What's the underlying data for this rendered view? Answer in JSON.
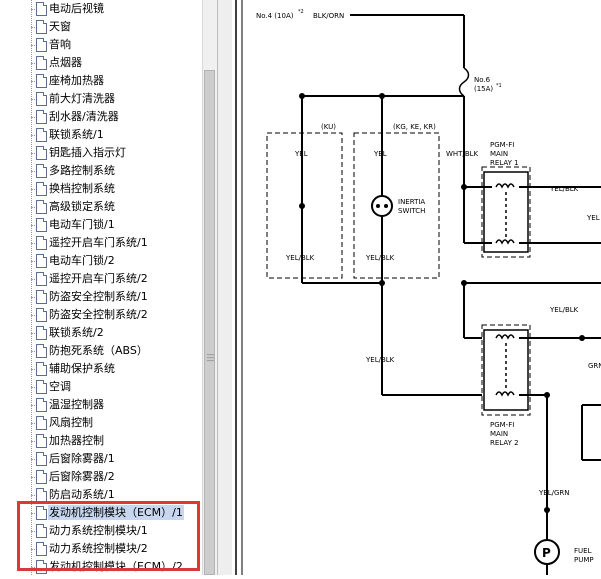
{
  "tree": {
    "items": [
      {
        "label": "电动后视镜"
      },
      {
        "label": "天窗"
      },
      {
        "label": "音响"
      },
      {
        "label": "点烟器"
      },
      {
        "label": "座椅加热器"
      },
      {
        "label": "前大灯清洗器"
      },
      {
        "label": "刮水器/清洗器"
      },
      {
        "label": "联锁系统/1"
      },
      {
        "label": "钥匙插入指示灯"
      },
      {
        "label": "多路控制系统"
      },
      {
        "label": "换档控制系统"
      },
      {
        "label": "高级锁定系统"
      },
      {
        "label": "电动车门锁/1"
      },
      {
        "label": "遥控开启车门系统/1"
      },
      {
        "label": "电动车门锁/2"
      },
      {
        "label": "遥控开启车门系统/2"
      },
      {
        "label": "防盗安全控制系统/1"
      },
      {
        "label": "防盗安全控制系统/2"
      },
      {
        "label": "联锁系统/2"
      },
      {
        "label": "防抱死系统（ABS）"
      },
      {
        "label": "辅助保护系统"
      },
      {
        "label": "空调"
      },
      {
        "label": "温湿控制器"
      },
      {
        "label": "风扇控制"
      },
      {
        "label": "加热器控制"
      },
      {
        "label": "后窗除雾器/1"
      },
      {
        "label": "后窗除雾器/2"
      },
      {
        "label": "防启动系统/1"
      },
      {
        "label": "发动机控制模块（ECM）/1",
        "selected": true
      },
      {
        "label": "动力系统控制模块/1"
      },
      {
        "label": "动力系统控制模块/2"
      },
      {
        "label": "发动机控制模块（ECM）/2"
      }
    ]
  },
  "colors": {
    "highlight": "#d83a3a",
    "selection": "#c7d7ef"
  },
  "diagram": {
    "fuse4_label": "No.4 (10A)",
    "fuse4_note": "*2",
    "wire_blk_orn": "BLK/ORN",
    "fuse6_label": "No.6",
    "fuse6_rating": "(15A)",
    "fuse6_note": "*1",
    "ku_label": "(KU)",
    "kg_label": "(KG, KE, KR)",
    "yel_1": "YEL",
    "yel_2": "YEL",
    "wht_blk": "WHT/BLK",
    "relay1_line1": "PGM-FI",
    "relay1_line2": "MAIN",
    "relay1_line3": "RELAY 1",
    "yel_blk_right1": "YEL/BLK",
    "yel_right_partial": "YEL",
    "inertia_line1": "INERTIA",
    "inertia_line2": "SWITCH",
    "yel_blk_left": "YEL/BLK",
    "yel_blk_mid": "YEL/BLK",
    "yel_blk_right2": "YEL/BLK",
    "yel_blk_lower": "YEL/BLK",
    "grn_partial": "GRN",
    "relay2_line1": "PGM-FI",
    "relay2_line2": "MAIN",
    "relay2_line3": "RELAY 2",
    "yel_grn": "YEL/GRN",
    "pump_symbol": "P",
    "fuel_line1": "FUEL",
    "fuel_line2": "PUMP"
  }
}
